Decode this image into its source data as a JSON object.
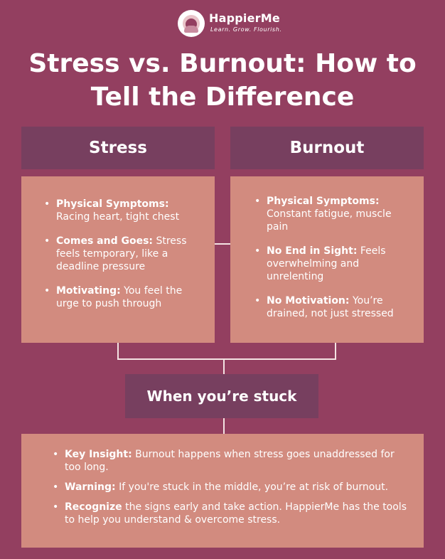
{
  "brand": {
    "name": "HappierMe",
    "tagline": "Learn. Grow. Flourish."
  },
  "title": "Stress vs. Burnout: How to Tell the Difference",
  "stress": {
    "heading": "Stress",
    "items": [
      {
        "label": "Physical Symptoms:",
        "text": "Racing heart, tight chest"
      },
      {
        "label": "Comes and Goes:",
        "text": "Stress feels temporary, like a deadline pressure"
      },
      {
        "label": "Motivating:",
        "text": "You feel the urge to push through"
      }
    ]
  },
  "burnout": {
    "heading": "Burnout",
    "items": [
      {
        "label": "Physical Symptoms:",
        "text": "Constant fatigue, muscle pain"
      },
      {
        "label": "No End in Sight:",
        "text": "Feels overwhelming and unrelenting"
      },
      {
        "label": "No Motivation:",
        "text": "You’re drained, not just stressed"
      }
    ]
  },
  "stuck": {
    "heading": "When you’re stuck",
    "items": [
      {
        "label": "Key Insight:",
        "text": "Burnout happens when stress goes unaddressed for too long."
      },
      {
        "label": "Warning:",
        "text": "If you're stuck in the middle, you’re at risk of burnout."
      },
      {
        "label": "Recognize",
        "text": "the signs early and take action. HappierMe has the tools to help you understand & overcome stress."
      }
    ]
  }
}
